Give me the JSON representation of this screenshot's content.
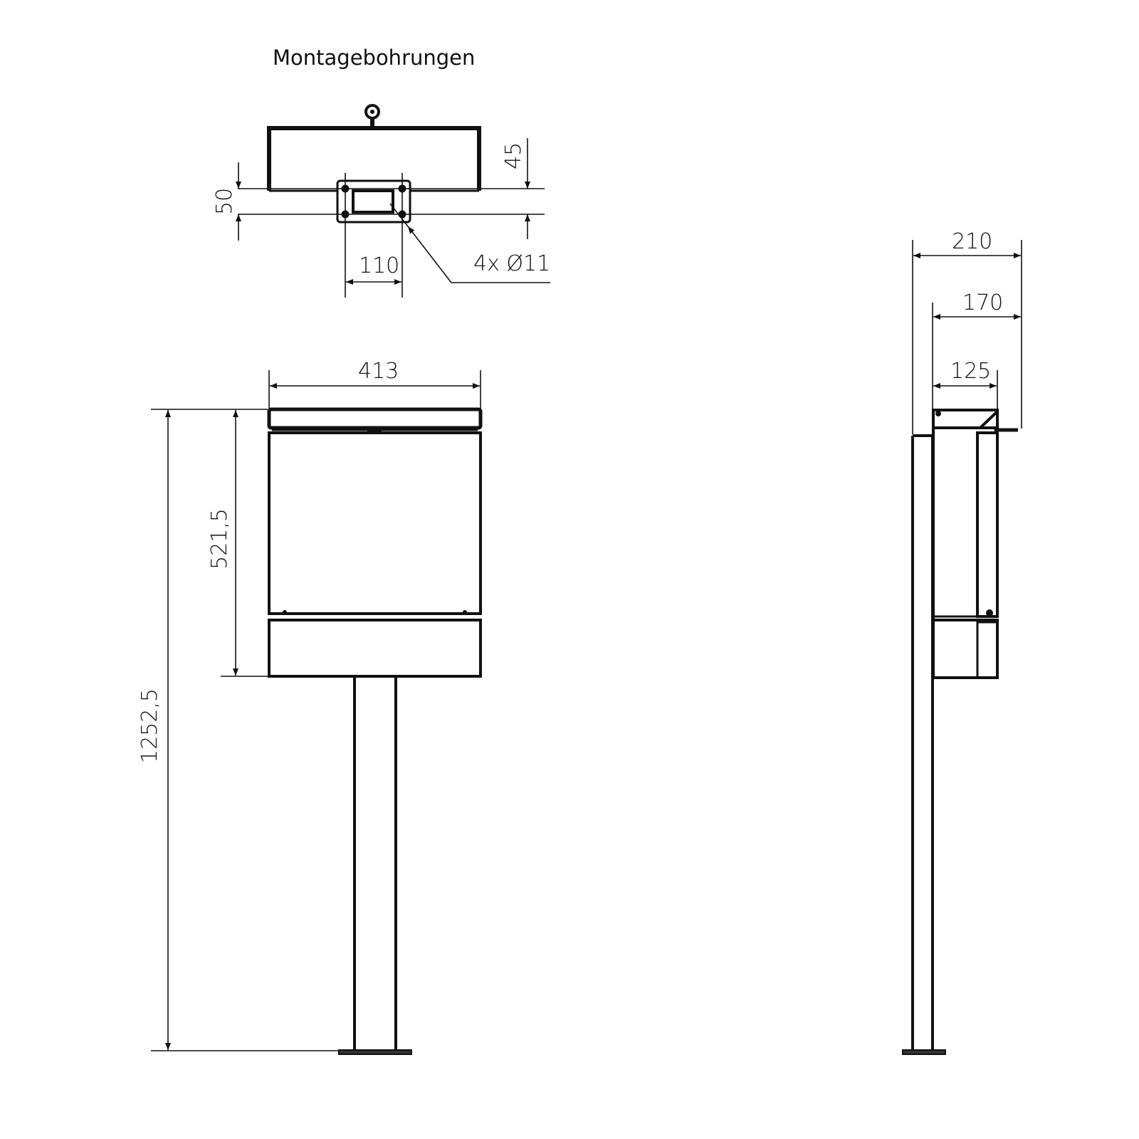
{
  "drawing": {
    "title": "Montagebohrungen",
    "line_color": "#111111",
    "background": "#ffffff"
  },
  "top_view": {
    "dim_depth": "45",
    "dim_plate_height": "50",
    "dim_hole_spacing": "110",
    "hole_callout": "4x  Ø11"
  },
  "front_view": {
    "dim_width": "413",
    "dim_box_height": "521,5",
    "dim_total_height": "1252,5"
  },
  "side_view": {
    "dim_overall_depth": "210",
    "dim_box_depth": "170",
    "dim_inner_depth": "125"
  }
}
